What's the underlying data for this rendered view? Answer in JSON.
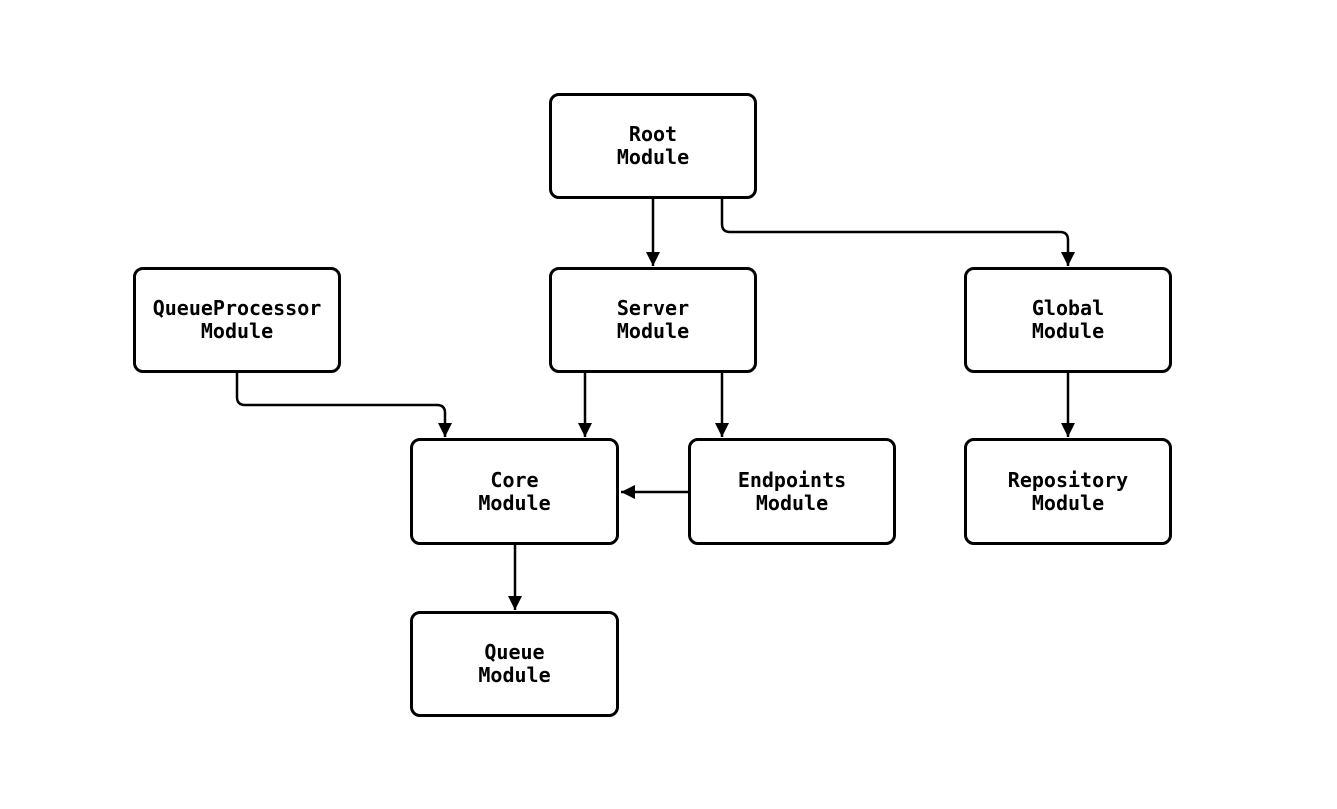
{
  "diagram": {
    "type": "module-dependency-graph",
    "colors": {
      "background": "#ffffff",
      "node_fill": "#ffffff",
      "node_border": "#000000",
      "edge_stroke": "#000000",
      "text": "#000000"
    },
    "nodes": {
      "root": {
        "line1": "Root",
        "line2": "Module"
      },
      "queueprocessor": {
        "line1": "QueueProcessor",
        "line2": "Module"
      },
      "server": {
        "line1": "Server",
        "line2": "Module"
      },
      "global": {
        "line1": "Global",
        "line2": "Module"
      },
      "core": {
        "line1": "Core",
        "line2": "Module"
      },
      "endpoints": {
        "line1": "Endpoints",
        "line2": "Module"
      },
      "repository": {
        "line1": "Repository",
        "line2": "Module"
      },
      "queue": {
        "line1": "Queue",
        "line2": "Module"
      }
    },
    "edges": [
      {
        "from": "root",
        "to": "server"
      },
      {
        "from": "root",
        "to": "global"
      },
      {
        "from": "queueprocessor",
        "to": "core"
      },
      {
        "from": "server",
        "to": "core"
      },
      {
        "from": "server",
        "to": "endpoints"
      },
      {
        "from": "endpoints",
        "to": "core"
      },
      {
        "from": "global",
        "to": "repository"
      },
      {
        "from": "core",
        "to": "queue"
      }
    ]
  }
}
